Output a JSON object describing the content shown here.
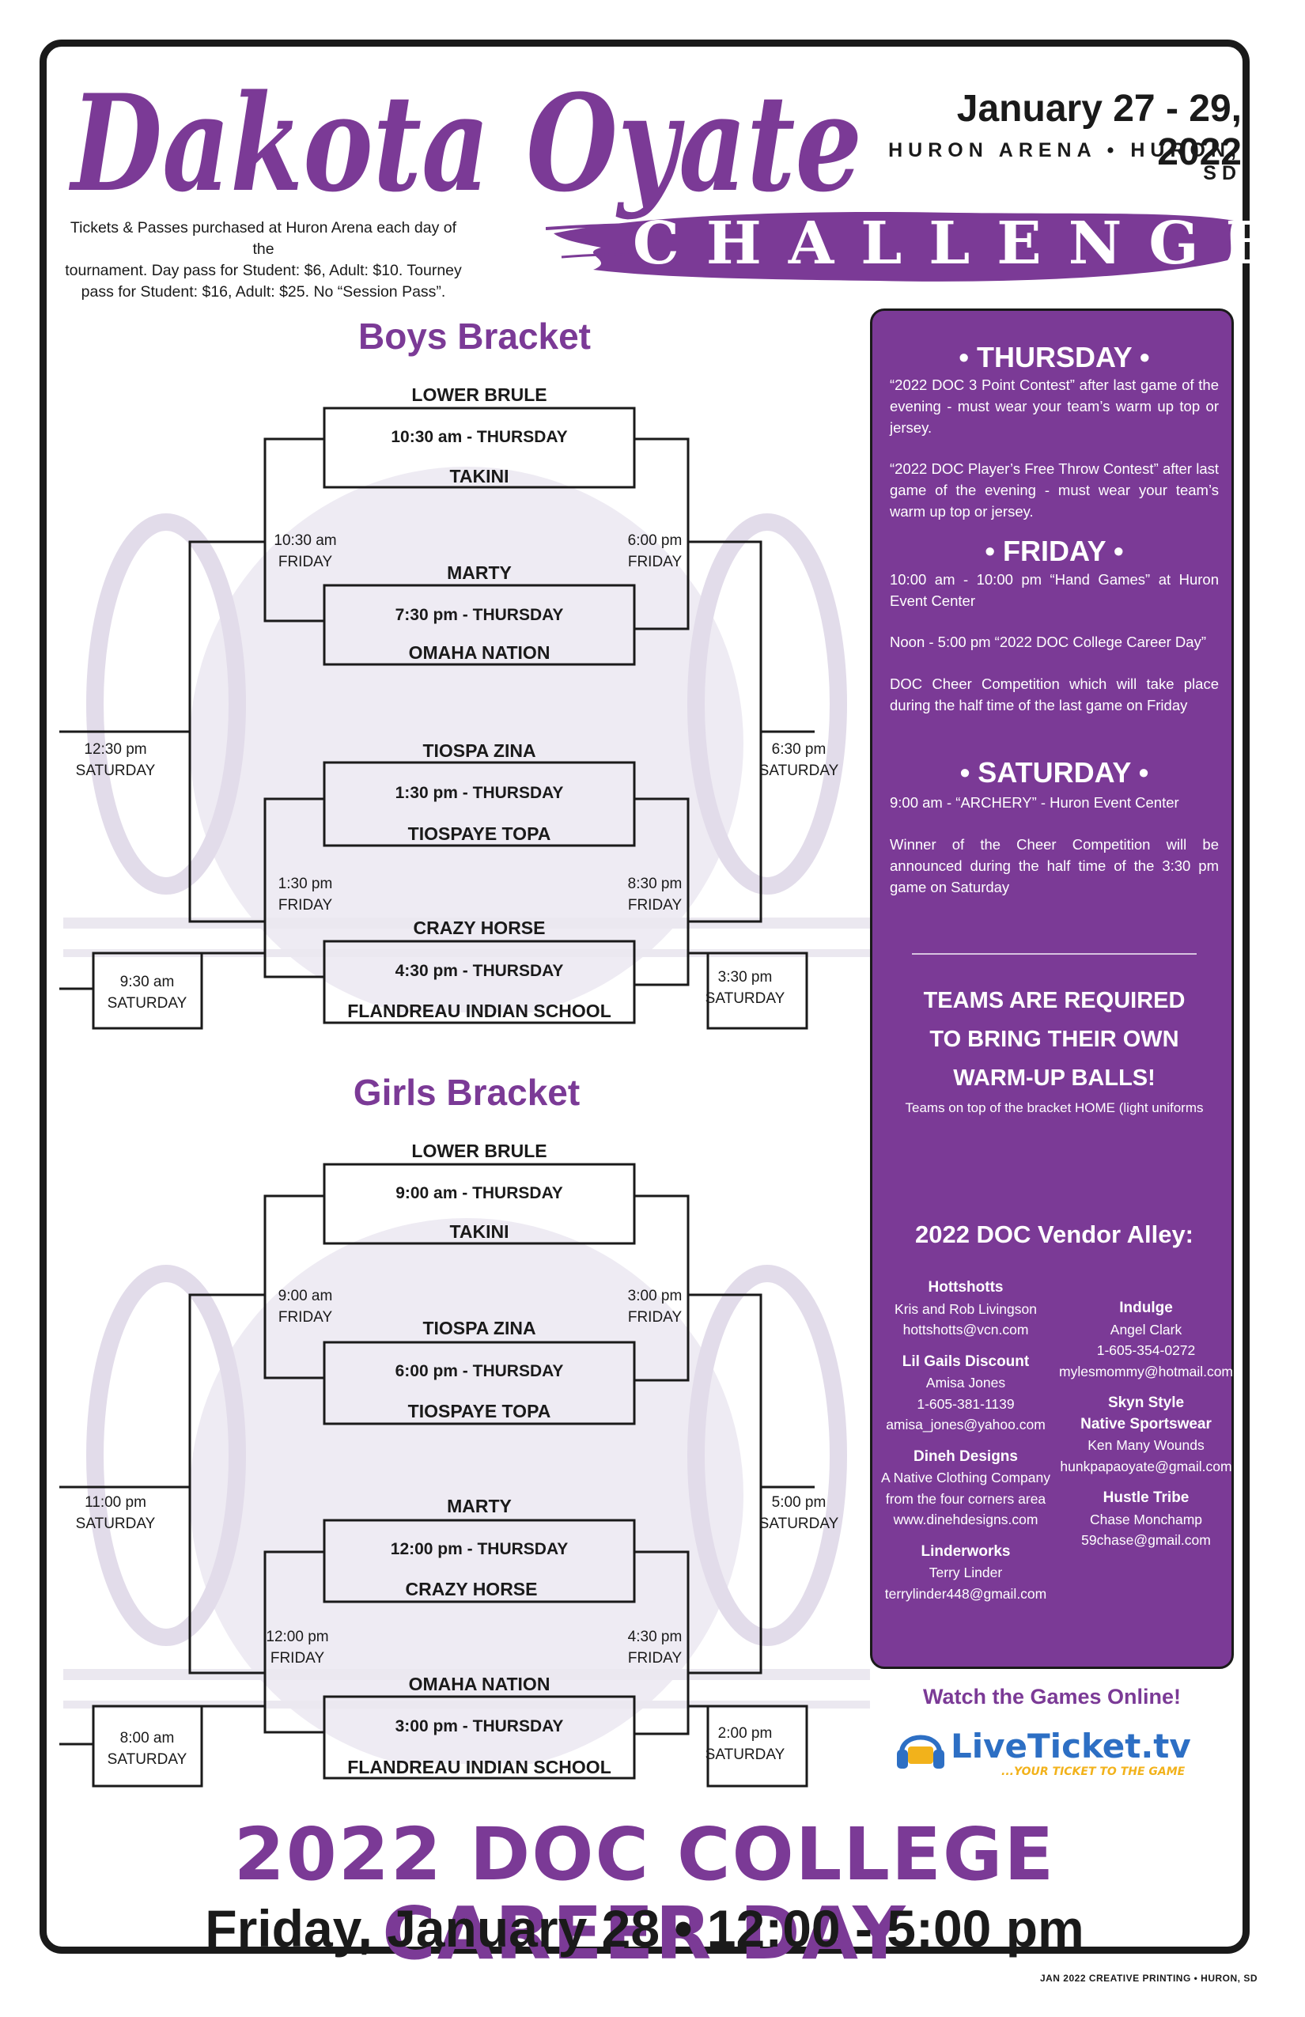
{
  "header": {
    "title": "Dakota Oyate",
    "subtitle": "CHALLENGE",
    "dates": "January 27 - 29, 2022",
    "venue": "HURON ARENA • HURON, SD",
    "tickets_line1": "Tickets & Passes purchased at Huron Arena each day of the",
    "tickets_line2": "tournament. Day pass for Student: $6, Adult: $10. Tourney",
    "tickets_line3": "pass for Student: $16, Adult: $25. No “Session Pass”."
  },
  "boys": {
    "title": "Boys Bracket",
    "games": [
      {
        "top": "LOWER BRULE",
        "time": "10:30 am - THURSDAY",
        "bottom": "TAKINI"
      },
      {
        "top": "MARTY",
        "time": "7:30 pm - THURSDAY",
        "bottom": "OMAHA NATION"
      },
      {
        "top": "TIOSPA ZINA",
        "time": "1:30 pm - THURSDAY",
        "bottom": "TIOSPAYE TOPA"
      },
      {
        "top": "CRAZY HORSE",
        "time": "4:30 pm - THURSDAY",
        "bottom": "FLANDREAU INDIAN SCHOOL"
      }
    ],
    "left_r2a": [
      "10:30 am",
      "FRIDAY"
    ],
    "left_r2b": [
      "1:30 pm",
      "FRIDAY"
    ],
    "right_r2a": [
      "6:00 pm",
      "FRIDAY"
    ],
    "right_r2b": [
      "8:30 pm",
      "FRIDAY"
    ],
    "left_final": [
      "12:30 pm",
      "SATURDAY"
    ],
    "right_final": [
      "6:30 pm",
      "SATURDAY"
    ],
    "left_consol": [
      "9:30 am",
      "SATURDAY"
    ],
    "right_consol": [
      "3:30 pm",
      "SATURDAY"
    ]
  },
  "girls": {
    "title": "Girls Bracket",
    "games": [
      {
        "top": "LOWER BRULE",
        "time": "9:00 am - THURSDAY",
        "bottom": "TAKINI"
      },
      {
        "top": "TIOSPA ZINA",
        "time": "6:00 pm - THURSDAY",
        "bottom": "TIOSPAYE TOPA"
      },
      {
        "top": "MARTY",
        "time": "12:00 pm - THURSDAY",
        "bottom": "CRAZY HORSE"
      },
      {
        "top": "OMAHA NATION",
        "time": "3:00 pm - THURSDAY",
        "bottom": "FLANDREAU INDIAN SCHOOL"
      }
    ],
    "left_r2a": [
      "9:00 am",
      "FRIDAY"
    ],
    "left_r2b": [
      "12:00 pm",
      "FRIDAY"
    ],
    "right_r2a": [
      "3:00 pm",
      "FRIDAY"
    ],
    "right_r2b": [
      "4:30 pm",
      "FRIDAY"
    ],
    "left_final": [
      "11:00 pm",
      "SATURDAY"
    ],
    "right_final": [
      "5:00 pm",
      "SATURDAY"
    ],
    "left_consol": [
      "8:00 am",
      "SATURDAY"
    ],
    "right_consol": [
      "2:00 pm",
      "SATURDAY"
    ]
  },
  "schedule": {
    "thursday_head": "• THURSDAY •",
    "thursday_1": "“2022 DOC 3 Point Contest” after last game of the evening - must wear your team’s warm up top or jersey.",
    "thursday_2": "“2022 DOC Player’s Free Throw Contest” after last game of the evening - must wear your team’s warm up top or jersey.",
    "friday_head": "• FRIDAY •",
    "friday_1": "10:00 am - 10:00 pm “Hand Games” at Huron Event Center",
    "friday_2": "Noon - 5:00 pm “2022 DOC College Career Day”",
    "friday_3": "DOC Cheer Competition which will take place during the half time of the last game on Friday",
    "saturday_head": "• SATURDAY •",
    "saturday_1": "9:00 am - “ARCHERY” - Huron Event Center",
    "saturday_2": "Winner of the Cheer Competition will be announced during the half time of the 3:30 pm game on Saturday",
    "req_1": "TEAMS ARE REQUIRED",
    "req_2": "TO BRING THEIR OWN",
    "req_3": "WARM-UP BALLS!",
    "req_note": "Teams on top of the bracket HOME (light uniforms"
  },
  "vendors": {
    "title": "2022 DOC Vendor Alley:",
    "left": [
      {
        "name": "Hottshotts",
        "lines": [
          "Kris and Rob Livingson",
          "hottshotts@vcn.com"
        ]
      },
      {
        "name": "Lil Gails Discount",
        "lines": [
          "Amisa Jones",
          "1-605-381-1139",
          "amisa_jones@yahoo.com"
        ]
      },
      {
        "name": "Dineh Designs",
        "lines": [
          "A Native Clothing Company",
          "from the four corners area",
          "www.dinehdesigns.com"
        ]
      },
      {
        "name": "Linderworks",
        "lines": [
          "Terry Linder",
          "terrylinder448@gmail.com"
        ]
      }
    ],
    "right": [
      {
        "name": "Indulge",
        "lines": [
          "Angel Clark",
          "1-605-354-0272",
          "mylesmommy@hotmail.com"
        ]
      },
      {
        "name": "Skyn Style",
        "name2": "Native Sportswear",
        "lines": [
          "Ken Many Wounds",
          "hunkpapaoyate@gmail.com"
        ]
      },
      {
        "name": "Hustle Tribe",
        "lines": [
          "Chase Monchamp",
          "59chase@gmail.com"
        ]
      }
    ]
  },
  "online": {
    "watch": "Watch the Games Online!",
    "logo_text": "LiveTicket.tv",
    "logo_tagline": "...YOUR TICKET TO THE GAME"
  },
  "footer": {
    "career_day": "2022 DOC COLLEGE CAREER DAY",
    "career_date": "Friday, January 28  •  12:00 - 5:00 pm",
    "credit": "JAN 2022 CREATIVE PRINTING • HURON, SD"
  },
  "colors": {
    "accent": "#7b3a96",
    "ink": "#1a1a1a",
    "watermark": "#e6e1ee"
  }
}
